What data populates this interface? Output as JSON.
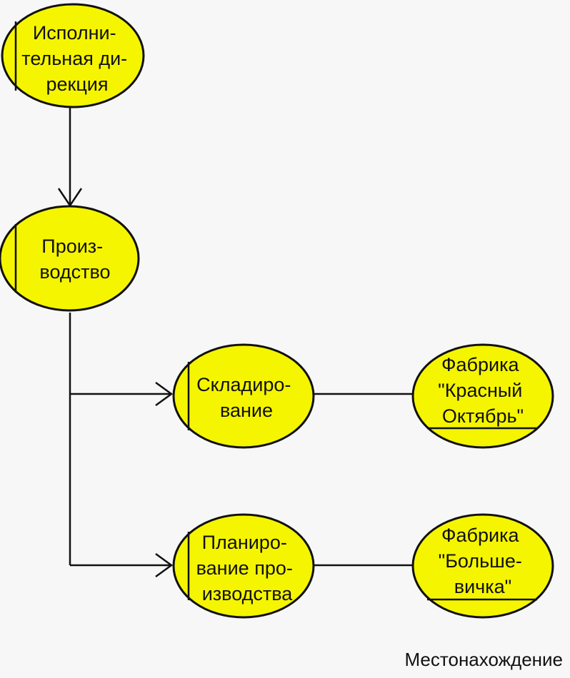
{
  "colors": {
    "node_fill": "#f5f500",
    "stroke": "#111111",
    "background": "#f7f7f7"
  },
  "nodes": [
    {
      "id": "executive",
      "label": [
        "Исполни-",
        "тельная ди-",
        "рекция"
      ]
    },
    {
      "id": "production",
      "label": [
        "Произ-",
        "водство"
      ]
    },
    {
      "id": "storage",
      "label": [
        "Складиро-",
        "вание"
      ]
    },
    {
      "id": "planning",
      "label": [
        "Планиро-",
        "вание про-",
        "изводства"
      ]
    },
    {
      "id": "factory-krasny",
      "label": [
        "Фабрика",
        "\"Красный",
        "Октябрь\""
      ]
    },
    {
      "id": "factory-bolshevichka",
      "label": [
        "Фабрика",
        "\"Больше-",
        "вичка\""
      ]
    }
  ],
  "legend": "Местонахождение"
}
